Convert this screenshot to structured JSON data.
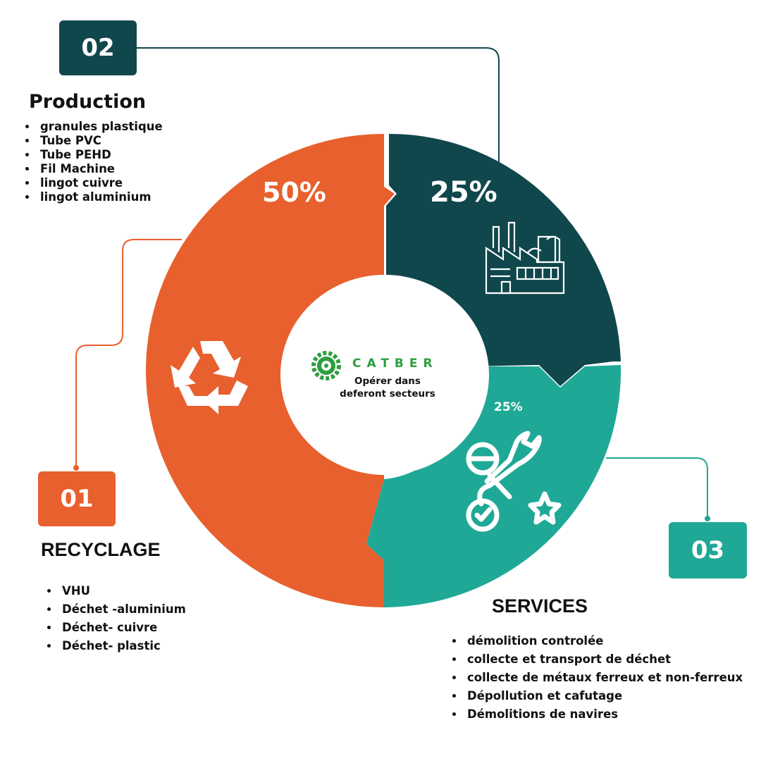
{
  "colors": {
    "recycling": "#e8602d",
    "production": "#10474c",
    "services": "#1fa896",
    "brand_green": "#2e9e3e"
  },
  "diagram": {
    "type": "donut",
    "segments": [
      {
        "label": "RECYCLAGE",
        "share_percent": 50,
        "color": "#e8602d",
        "icon": "recycle-icon"
      },
      {
        "label": "Production",
        "share_percent": 25,
        "color": "#10474c",
        "icon": "factory-icon"
      },
      {
        "label": "SERVICES",
        "share_percent": 25,
        "color": "#1fa896",
        "icon": "tools-icon"
      }
    ],
    "percent_labels": {
      "recycling": "50%",
      "production": "25%",
      "services": "25%"
    }
  },
  "center": {
    "brand": "CATBER",
    "tagline": "Opérer dans deferont secteurs",
    "logo_icon": "gear-logo-icon"
  },
  "sections": {
    "production": {
      "number": "02",
      "title": "Production",
      "items": [
        "granules plastique",
        "Tube PVC",
        "Tube PEHD",
        "Fil Machine",
        "lingot cuivre",
        "lingot aluminium"
      ]
    },
    "recycling": {
      "number": "01",
      "title": "RECYCLAGE",
      "items": [
        "VHU",
        "Déchet -aluminium",
        "Déchet- cuivre",
        "Déchet- plastic"
      ]
    },
    "services": {
      "number": "03",
      "title": "SERVICES",
      "items": [
        "démolition controlée",
        "collecte et transport de déchet",
        "collecte de métaux ferreux et non-ferreux",
        "Dépollution et cafutage",
        "Démolitions de navires"
      ]
    }
  }
}
